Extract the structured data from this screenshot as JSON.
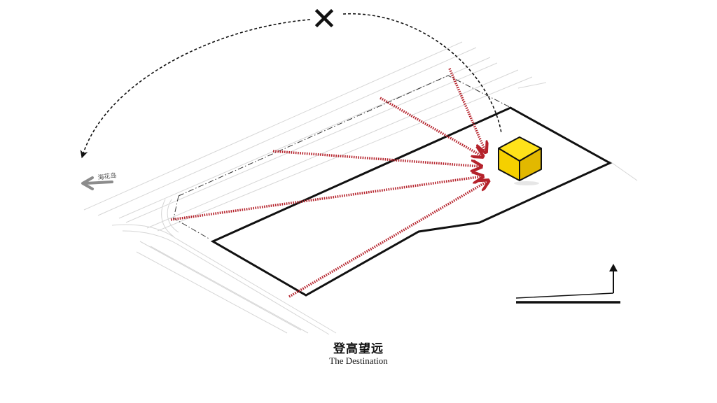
{
  "direction_label": "海花岛",
  "caption": {
    "title": "登高望远",
    "subtitle": "The Destination"
  },
  "colors": {
    "site_outline": "#111111",
    "view_arrows": "#b5222b",
    "cube_light": "#ffe21a",
    "cube_mid": "#f5d000",
    "cube_dark": "#e2b800",
    "context_lines": "#cfcfcf",
    "direction_arrow": "#8c8c8c"
  },
  "icons": {
    "blocked_view": "x-mark-icon",
    "landmark": "yellow-cube-icon",
    "direction": "arrow-left-icon",
    "elevation": "arrow-up-icon"
  }
}
